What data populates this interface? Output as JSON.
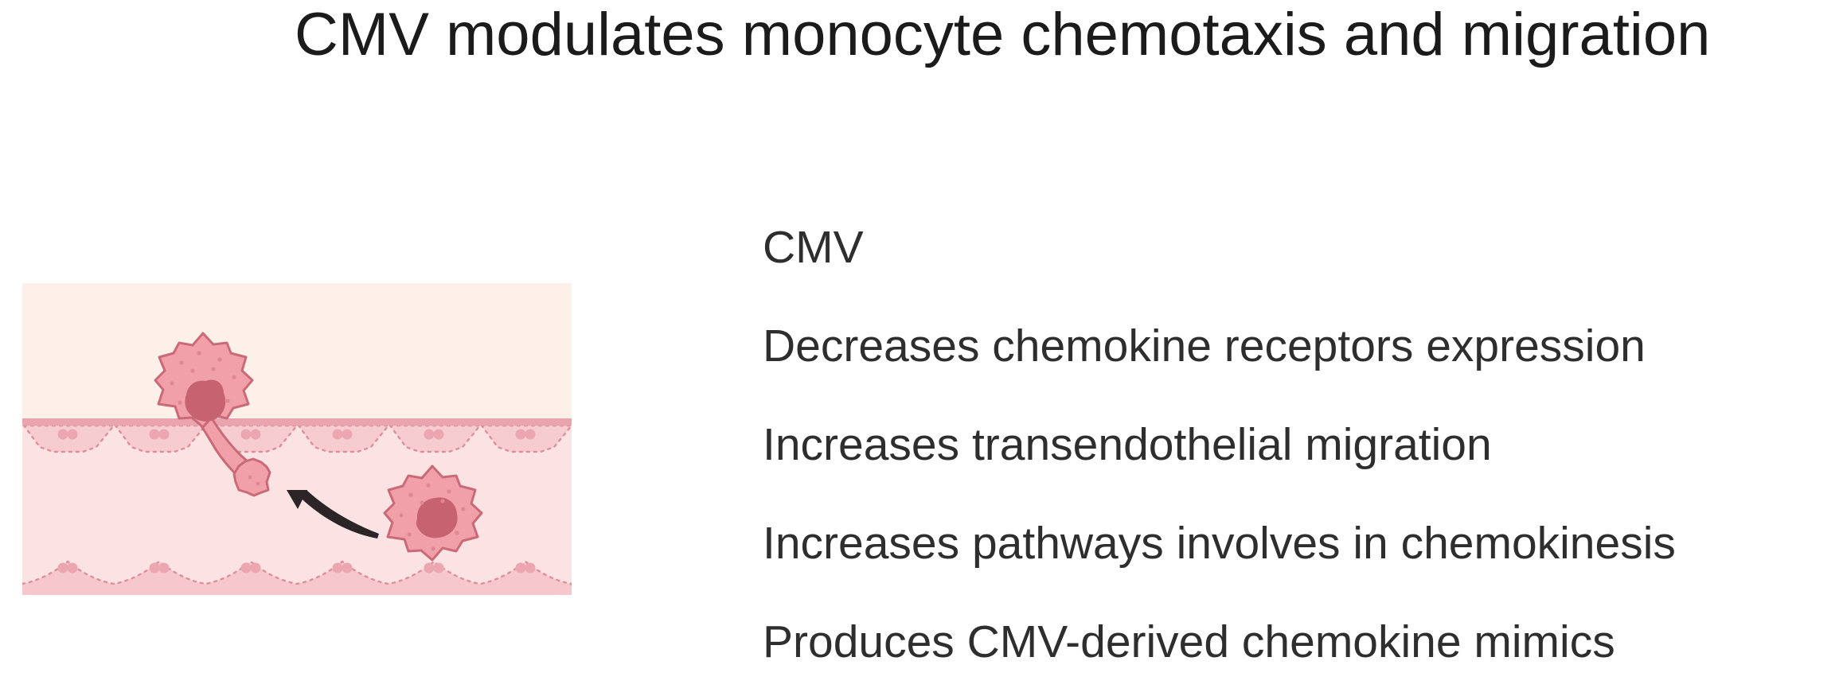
{
  "title": "CMV modulates monocyte chemotaxis and migration",
  "list": {
    "items": [
      "CMV",
      "Decreases chemokine receptors expression",
      "Increases transendothelial migration",
      "Increases pathways involves in chemokinesis",
      "Produces CMV-derived chemokine mimics"
    ]
  },
  "illustration": {
    "name": "monocyte-transendothelial-migration-illustration",
    "parts": {
      "tissue": "perivascular-tissue",
      "lumen": "vessel-lumen",
      "endothelium_top": "endothelial-layer-top",
      "endothelium_bottom": "endothelial-layer-bottom",
      "monocyte_transmigrating": "transmigrating-monocyte",
      "monocyte_lumen": "lumen-monocyte",
      "arrow": "migration-arrow"
    },
    "colors": {
      "background": "#ffffff",
      "title_text": "#1b1b1b",
      "text": "#2e2e2e",
      "tissue": "#fcf0e9",
      "lumen": "#fbe2e3",
      "endothelium_line": "#e9a4ad",
      "endothelium_cell": "#f7ccd1",
      "endothelium_cell_bottom": "#f6c7cc",
      "endothelium_outline": "#df8e9b",
      "endothelium_nucleus": "#eba6b0",
      "monocyte_body": "#f1a0a9",
      "monocyte_outline": "#ca6a77",
      "monocyte_speckle": "#de8793",
      "monocyte_nucleus": "#c76370",
      "arrow": "#2b2527"
    }
  }
}
